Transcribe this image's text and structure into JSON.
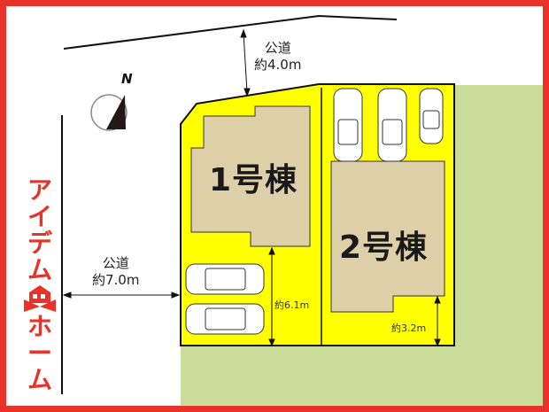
{
  "brand": {
    "name_top": [
      "ア",
      "イ",
      "デ",
      "ム"
    ],
    "name_bottom": [
      "ホ",
      "ー",
      "ム"
    ],
    "color": "#e8322a"
  },
  "compass": {
    "north_label": "N"
  },
  "roads": {
    "north": {
      "label": "公道",
      "width": "約4.0m"
    },
    "west": {
      "label": "公道",
      "width": "約7.0m"
    }
  },
  "buildings": [
    {
      "label": "1号棟",
      "setback": "約6.1m"
    },
    {
      "label": "2号棟",
      "setback": "約3.2m"
    }
  ],
  "colors": {
    "lot": "#ffff00",
    "building": "#ddd0a8",
    "neighbor": "#c9dc9a",
    "frame": "#e8322a"
  },
  "parking": {
    "lot1_cars": 2,
    "lot2_cars": 3
  }
}
